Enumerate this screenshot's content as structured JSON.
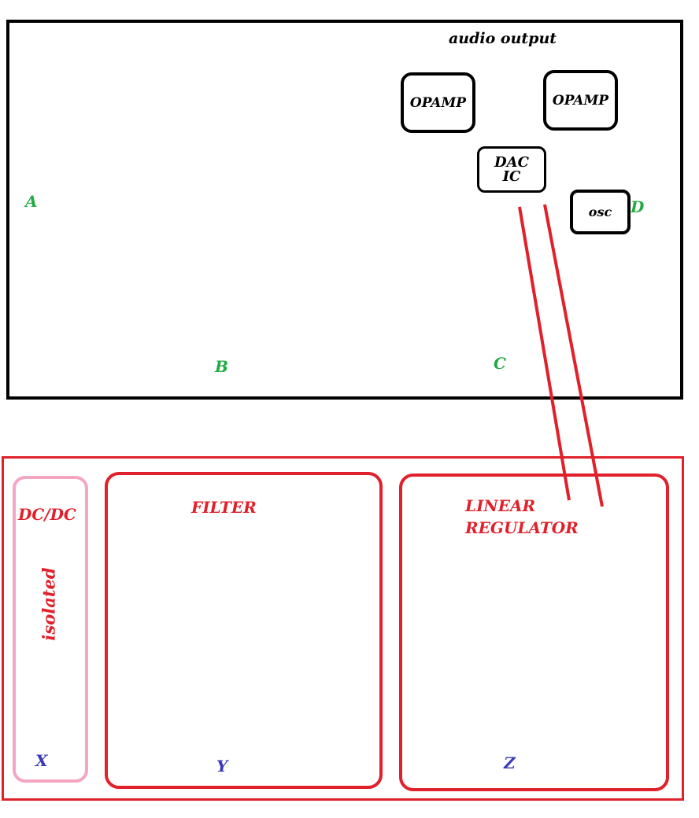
{
  "top_board": {
    "title": "audio output",
    "components": {
      "opamp_left": "OPAMP",
      "opamp_right": "OPAMP",
      "dac_ic_line1": "DAC",
      "dac_ic_line2": "IC",
      "osc": "osc"
    },
    "corner_labels": {
      "a": "A",
      "b": "B",
      "c": "C",
      "d": "D"
    }
  },
  "bottom_board": {
    "sections": {
      "dcdc": {
        "title": "DC/DC",
        "subtitle": "isolated",
        "marker": "X"
      },
      "filter": {
        "title": "FILTER",
        "marker": "Y"
      },
      "regulator": {
        "title_line1": "LINEAR",
        "title_line2": "REGULATOR",
        "marker": "Z"
      }
    }
  },
  "colors": {
    "top_board_border": "#000000",
    "bottom_board_border": "#e0202a",
    "dcdc_border": "#f4a6c0",
    "wire": "#e0202a",
    "corner_label": "#22aa44",
    "section_marker": "#3a3ab8",
    "section_title": "#e0202a"
  }
}
